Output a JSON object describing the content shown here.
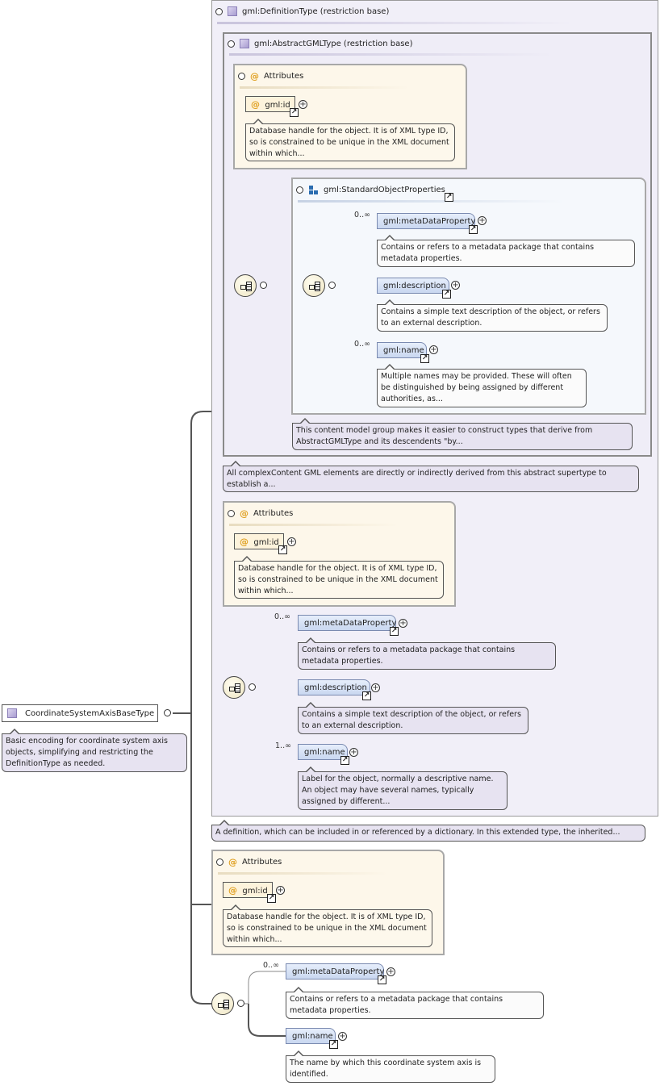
{
  "root": {
    "name": "CoordinateSystemAxisBaseType",
    "doc": "Basic encoding for coordinate system axis objects, simplifying and restricting the DefinitionType as needed."
  },
  "definition_type": {
    "header": "gml:DefinitionType (restriction base)",
    "doc": "A definition, which can be included in or referenced by a dictionary. In this extended type, the inherited..."
  },
  "abstract_gml": {
    "header": "gml:AbstractGMLType (restriction base)",
    "doc": "All complexContent GML elements are directly or indirectly derived from this abstract supertype to establish a..."
  },
  "attributes_label": "Attributes",
  "id_attr": {
    "name": "gml:id",
    "doc": "Database handle for the object. It is of XML type ID, so is constrained to be unique in the XML document within which..."
  },
  "std_props": {
    "header": "gml:StandardObjectProperties",
    "doc": "This content model group makes it easier to construct types that derive from AbstractGMLType and its descendents \"by...",
    "items": [
      {
        "card": "0..∞",
        "name": "gml:metaDataProperty",
        "doc": "Contains or refers to a metadata package that contains metadata properties."
      },
      {
        "card": "",
        "name": "gml:description",
        "doc": "Contains a simple text description of the object, or refers to an external description."
      },
      {
        "card": "0..∞",
        "name": "gml:name",
        "doc": "Multiple names may be provided. These will often be distinguished by being assigned by different authorities, as..."
      }
    ]
  },
  "definition_seq": {
    "items": [
      {
        "card": "0..∞",
        "name": "gml:metaDataProperty",
        "doc": "Contains or refers to a metadata package that contains metadata properties."
      },
      {
        "card": "",
        "name": "gml:description",
        "doc": "Contains a simple text description of the object, or refers to an external description."
      },
      {
        "card": "1..∞",
        "name": "gml:name",
        "doc": "Label for the object, normally a descriptive name. An object may have several names, typically assigned by different..."
      }
    ]
  },
  "base_seq": {
    "items": [
      {
        "card": "0..∞",
        "name": "gml:metaDataProperty",
        "doc": "Contains or refers to a metadata package that contains metadata properties."
      },
      {
        "card": "",
        "name": "gml:name",
        "doc": "The name by which this coordinate system axis is identified."
      }
    ]
  },
  "colors": {
    "complex_type_bg": "#f1eff8",
    "attributes_bg": "#fdf7ea",
    "element_fill": "#c9d7f0",
    "note_bg": "#e7e3f1"
  }
}
